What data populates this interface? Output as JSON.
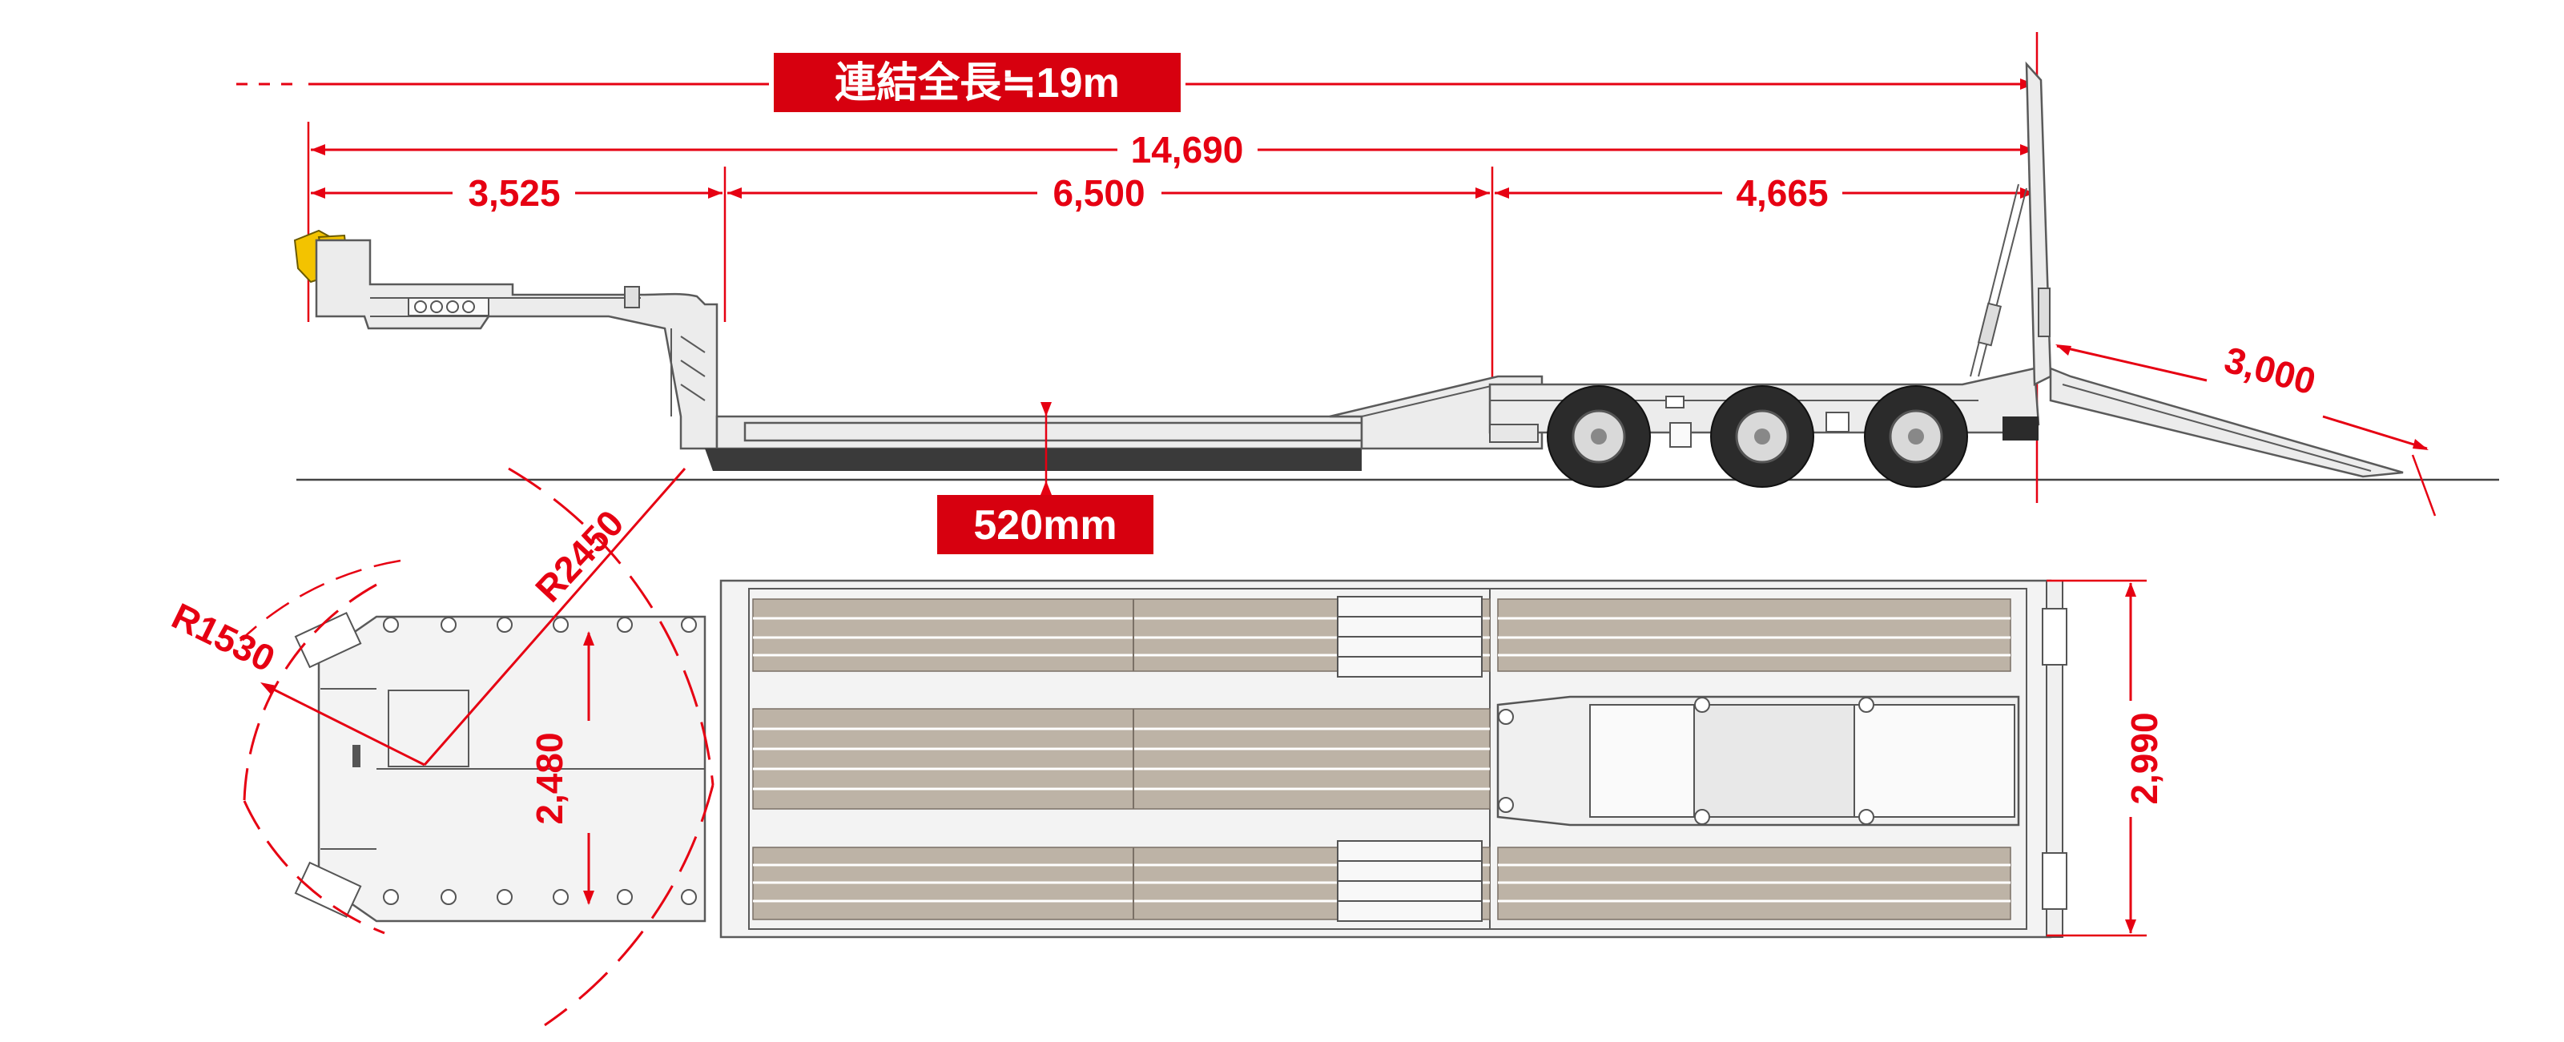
{
  "colors": {
    "dimension": "#e60012",
    "label_box": "#d7000f",
    "label_text": "#ffffff",
    "trailer_body": "#ececec",
    "trailer_outline": "#5a5a5a",
    "deck_planks": "#bdb3a6",
    "kingpin_accent": "#f3c300",
    "tires": "#2b2b2b"
  },
  "side_view": {
    "overall_length_label": "連結全長≒19m",
    "dimensions": {
      "total_length": "14,690",
      "gooseneck": "3,525",
      "low_deck": "6,500",
      "rear_deck": "4,665",
      "ramp": "3,000"
    },
    "deck_height_label": "520mm"
  },
  "top_view": {
    "dimensions": {
      "turning_radius_outer": "R2450",
      "turning_radius_inner": "R1530",
      "gooseneck_width": "2,480",
      "overall_width": "2,990"
    }
  }
}
